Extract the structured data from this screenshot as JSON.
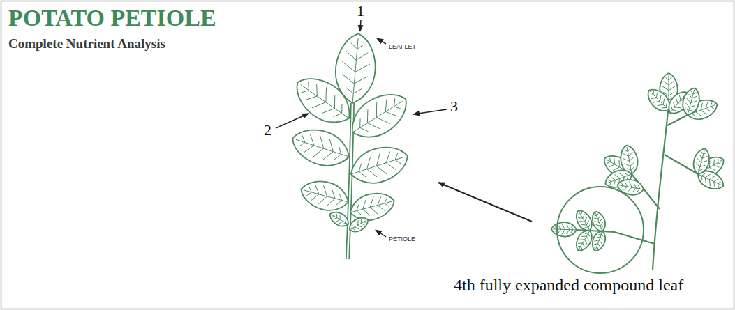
{
  "diagram": {
    "title": "POTATO PETIOLE",
    "labels": [
      "Complete Nutrient Analysis",
      "1",
      "2",
      "3",
      "LEAFLET",
      "PETIOLE",
      "4th fully expanded compound leaf"
    ]
  }
}
